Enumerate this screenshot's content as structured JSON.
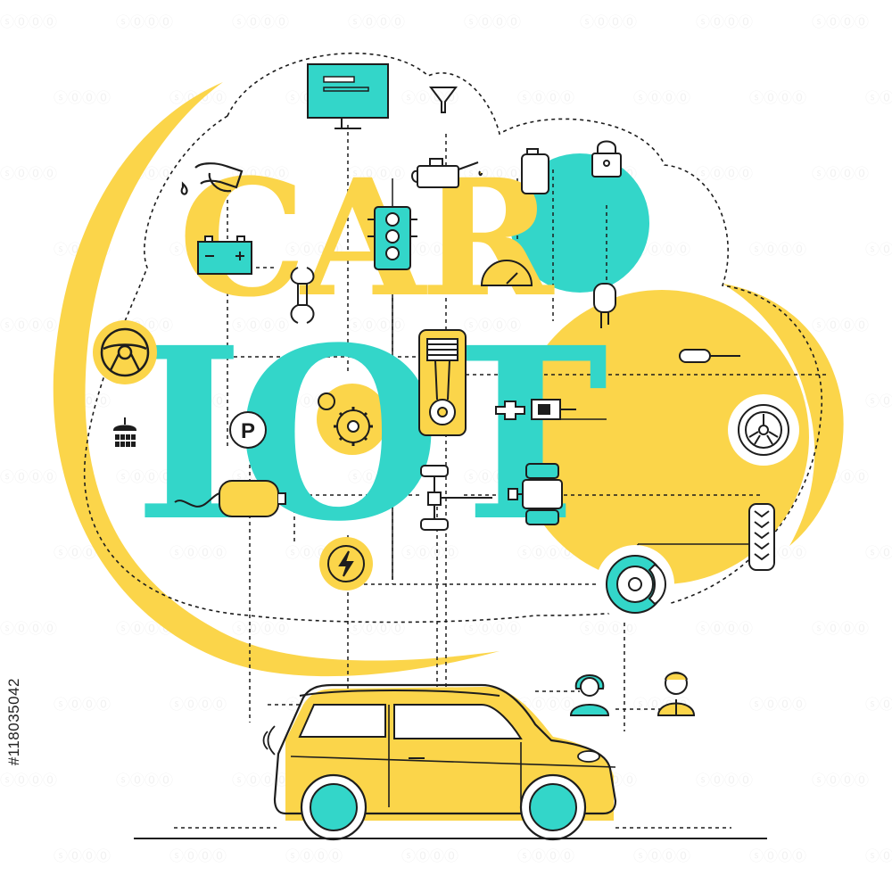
{
  "headline": {
    "word_top": "CAR",
    "word_bottom": "IOT"
  },
  "stock_id": "#118035042",
  "watermark_text": "ⓢ⓪⓪⓪",
  "palette": {
    "teal": "#33d6c9",
    "yellow": "#fbd54a",
    "stroke": "#1d1d1d",
    "white": "#ffffff"
  },
  "icons": [
    "monitor-icon",
    "funnel-icon",
    "fuel-nozzle-icon",
    "oil-can-icon",
    "canister-icon",
    "padlock-icon",
    "battery-icon",
    "traffic-light-icon",
    "speedometer-icon",
    "wrench-icon",
    "car-key-icon",
    "steering-wheel-icon",
    "piston-icon",
    "screwdriver-icon",
    "car-wash-icon",
    "parking-icon",
    "gears-icon",
    "seat-belt-icon",
    "wheel-rim-icon",
    "muffler-icon",
    "axle-icon",
    "transmission-icon",
    "tire-icon",
    "lightning-icon",
    "brake-disc-icon",
    "woman-user-icon",
    "man-user-icon"
  ]
}
